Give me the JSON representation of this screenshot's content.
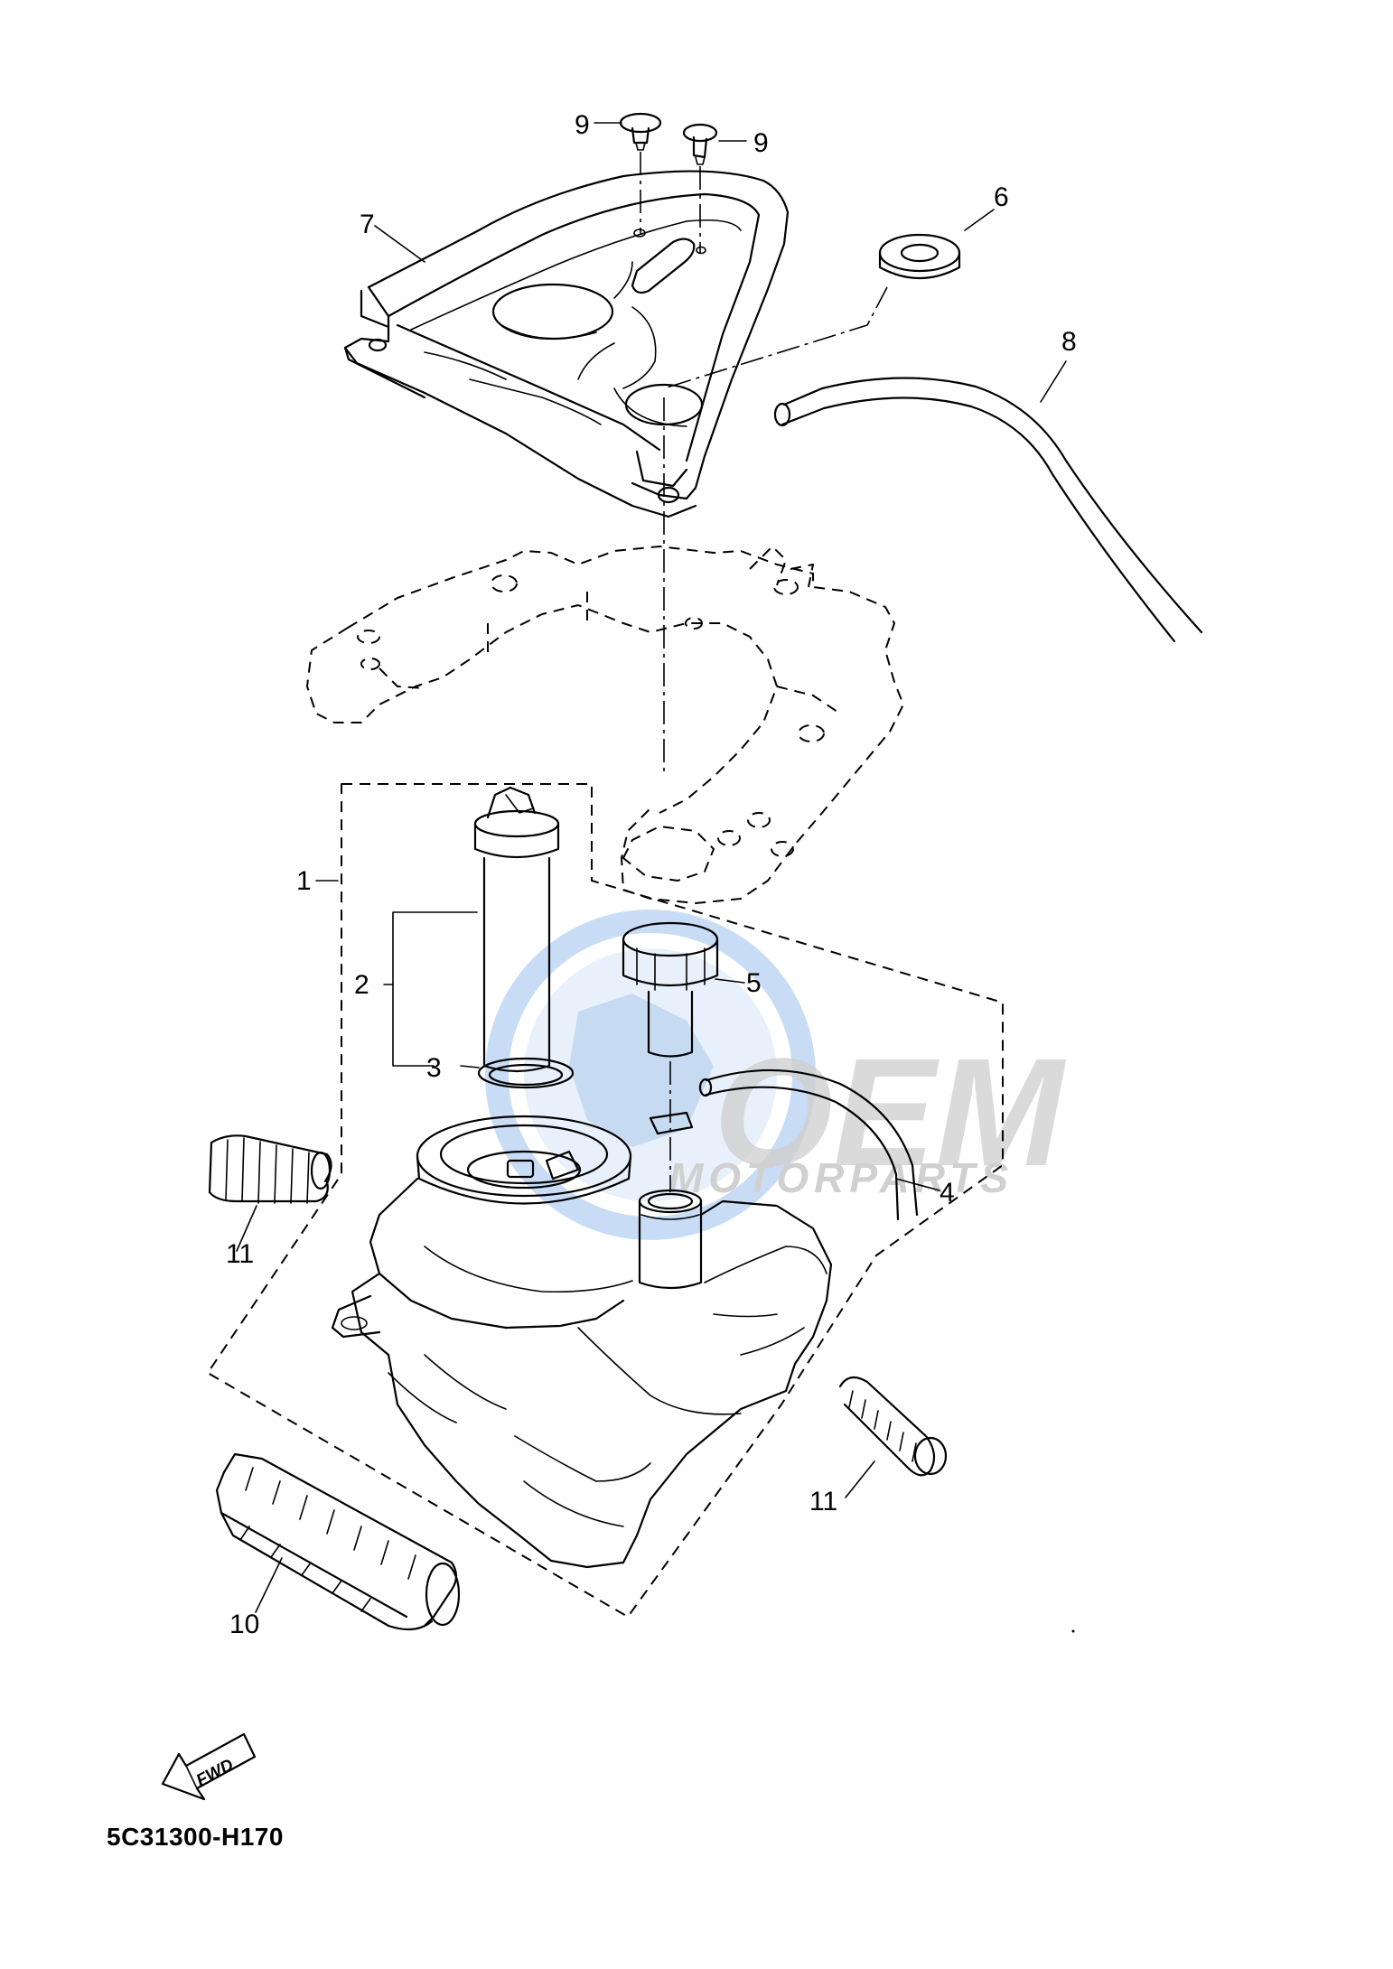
{
  "parts": {
    "p1": "1",
    "p2": "2",
    "p3": "3",
    "p4": "4",
    "p5": "5",
    "p6": "6",
    "p7": "7",
    "p8": "8",
    "p9a": "9",
    "p9b": "9",
    "p10": "10",
    "p11a": "11",
    "p11b": "11"
  },
  "fwd_label": "FWD",
  "diagram_code": "5C31300-H170",
  "watermark": {
    "brand": "OEM",
    "sub": "MOTORPARTS",
    "color_blue": "#3a7bd5",
    "color_grey": "#9a9a9a"
  },
  "icons": {
    "fwd": "fwd-arrow-icon",
    "logo": "oem-motorparts-logo"
  }
}
